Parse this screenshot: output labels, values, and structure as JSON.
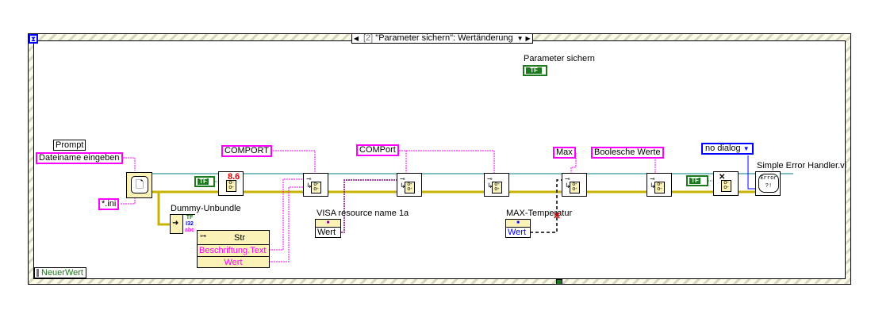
{
  "event_structure": {
    "case_selector": {
      "index": "[2]",
      "text": "\"Parameter sichern\": Wertänderung",
      "prev_arrow": "◀",
      "next_arrow": "▶",
      "dropdown_arrow": "▼"
    },
    "event_data_node": {
      "label": "NeuerWert"
    },
    "timeout_icon": "hourglass-icon"
  },
  "terminals": {
    "parameter_sichern": {
      "label": "Parameter sichern",
      "type": "TF"
    },
    "prompt_label": "Prompt",
    "prompt_value": "Dateiname eingeben",
    "pattern_value": "*.ini",
    "dummy_unbundle": {
      "label": "Dummy-Unbundle",
      "fields": [
        "TF",
        "I32",
        "abc"
      ]
    },
    "bundle_node": {
      "header": "Str",
      "rows": [
        "Beschriftung.Text",
        "Wert"
      ]
    },
    "comport_const": "COMPORT",
    "comport2_const": "COMPort",
    "max_const": "Max",
    "boolesche_const": "Boolesche Werte",
    "visa_label": "VISA resource name 1a",
    "visa_value": "Wert",
    "max_temp_label": "MAX-Temperatur",
    "max_temp_value": "Wert",
    "true_const_1": "TF",
    "true_const_2": "TF",
    "error_dialog": "no dialog",
    "error_handler_label": "Simple Error Handler.vi",
    "error_handler_icon_text": "Error ?!",
    "config_version": "8.6"
  },
  "colors": {
    "string_wire": "#ff00ff",
    "refnum_wire": "#008080",
    "error_wire": "#c8b400",
    "boolean_wire": "#1b7a1b",
    "enum_wire": "#0000ff"
  }
}
